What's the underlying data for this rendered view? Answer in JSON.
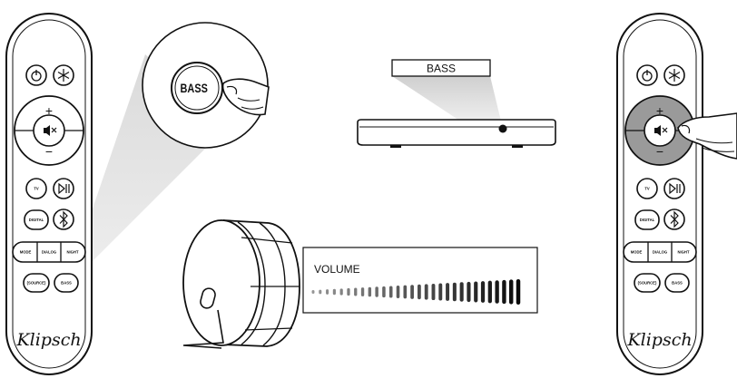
{
  "remote_left": {
    "buttons": {
      "tv": "TV",
      "digital": "DIGITAL",
      "mode": "MODE",
      "dialog": "DIALOG",
      "night": "NIGHT",
      "source": "(SOURCE)",
      "bass": "BASS"
    },
    "brand": "Klipsch"
  },
  "zoom_callout": {
    "button_label": "BASS"
  },
  "soundbar_callout": {
    "label": "BASS"
  },
  "volume_panel": {
    "label": "VOLUME",
    "bar_count": 30
  },
  "remote_right": {
    "buttons": {
      "tv": "TV",
      "digital": "DIGITAL",
      "mode": "MODE",
      "dialog": "DIALOG",
      "night": "NIGHT",
      "source": "(SOURCE)",
      "bass": "BASS"
    },
    "brand": "Klipsch",
    "volume_ring_highlighted": true
  },
  "colors": {
    "outline": "#111111",
    "highlight_ring": "#9a9a9a",
    "cone_shade": "#c8c8c8"
  }
}
